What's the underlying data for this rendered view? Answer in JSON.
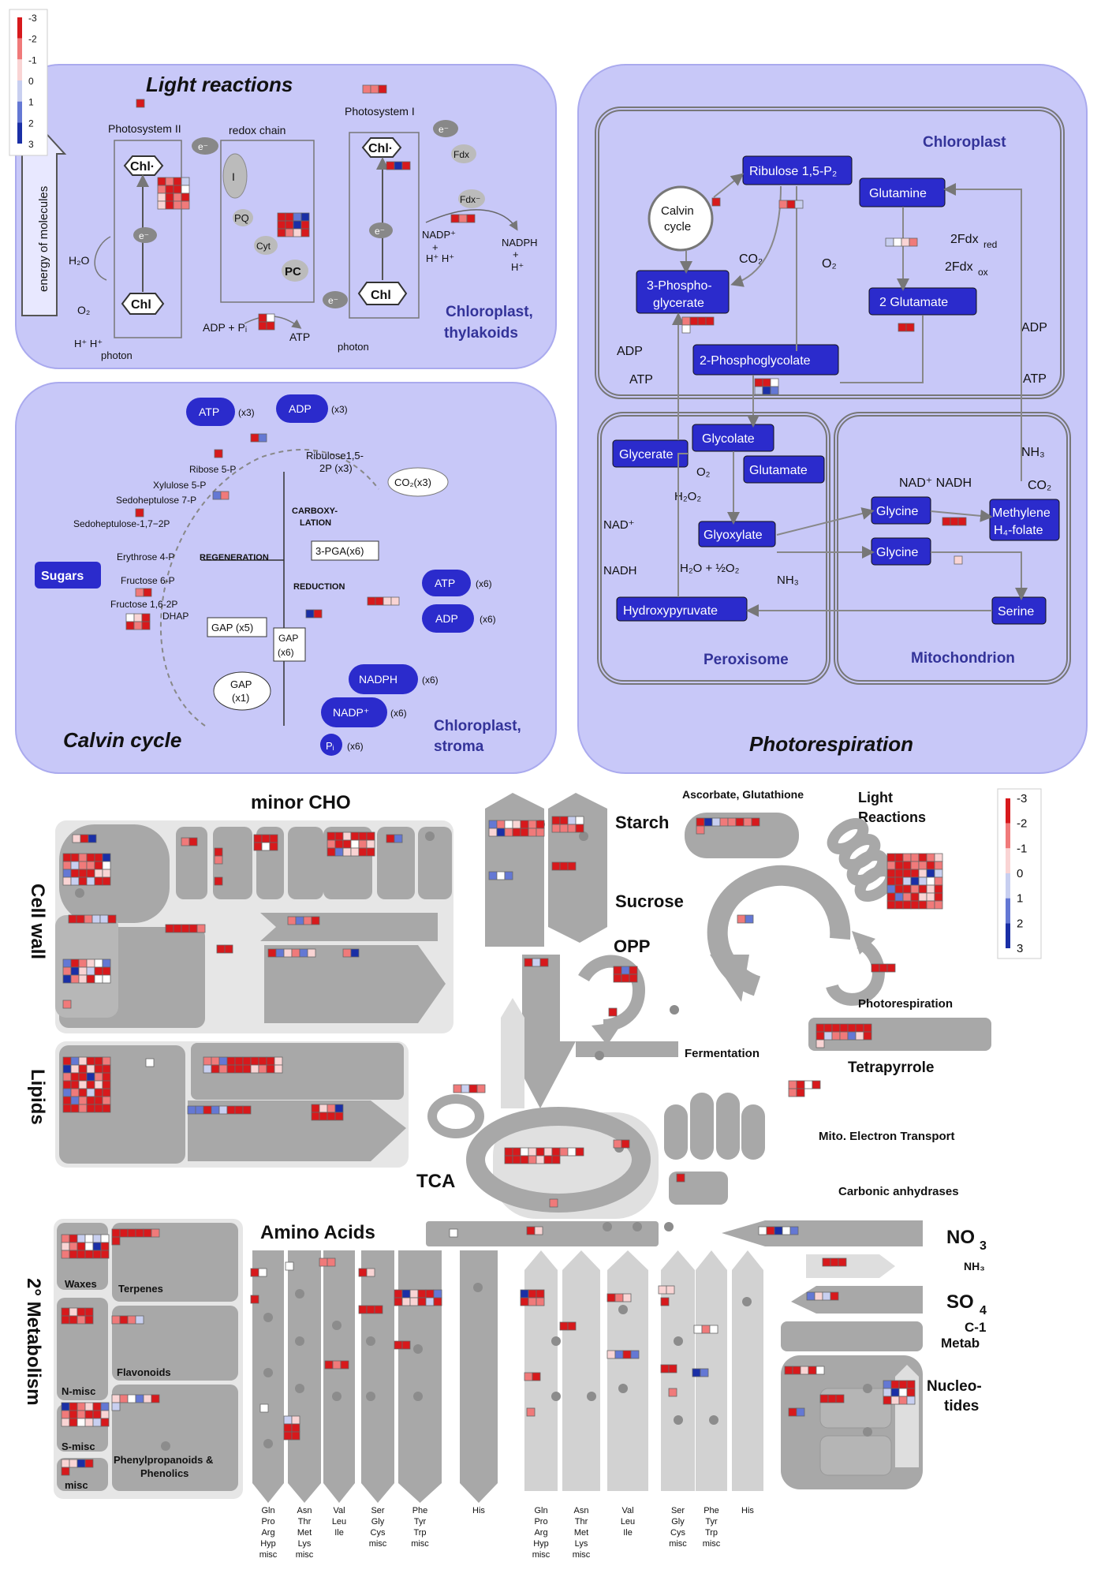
{
  "scale": {
    "ticks": [
      "-3",
      "-2",
      "-1",
      "0",
      "1",
      "2",
      "3"
    ],
    "colors": [
      "#d7191c",
      "#f07a7a",
      "#f9d4d4",
      "#ffffff",
      "#c8cff0",
      "#6478d4",
      "#1a2fa6"
    ]
  },
  "energy_label": "energy of molecules",
  "light": {
    "title": "Light reactions",
    "ps2": "Photosystem II",
    "redox": "redox chain",
    "ps1": "Photosystem I",
    "chl_star": "Chl·",
    "chl": "Chl",
    "e": "e⁻",
    "i": "I",
    "pq": "PQ",
    "cyt": "Cyt",
    "pc": "PC",
    "fdx": "Fdx",
    "fdx2": "Fdx⁻",
    "nadp": "NADP⁺",
    "nadph": "NADPH",
    "plus": "+",
    "hh": "H⁺ H⁺",
    "h": "H⁺",
    "h2o": "H₂O",
    "o2": "O₂",
    "hplus": "H⁺ H⁺",
    "photon": "photon",
    "adp_pi": "ADP + Pᵢ",
    "atp": "ATP",
    "region": "Chloroplast,",
    "region2": "thylakoids"
  },
  "calvin": {
    "title": "Calvin cycle",
    "atp": "ATP",
    "adp": "ADP",
    "x3": "(x3)",
    "ribulose": "Ribulose1,5-",
    "ribulose2": "2P (x3)",
    "co2": "CO₂(x3)",
    "ribose": "Ribose 5-P",
    "xylulose": "Xylulose 5-P",
    "sedo7": "Sedoheptulose 7-P",
    "sedo17": "Sedoheptulose-1,7−2P",
    "erythrose": "Erythrose 4-P",
    "sugars": "Sugars",
    "fructose6": "Fructose 6-P",
    "fructose16": "Fructose 1,6-2P",
    "dhap": "DHAP",
    "regen": "REGENERATION",
    "carboxy": "CARBOXY-",
    "lation": "LATION",
    "pga": "3-PGA(x6)",
    "reduction": "REDUCTION",
    "gap5": "GAP (x5)",
    "gap6a": "GAP",
    "gap6b": "(x6)",
    "gap1a": "GAP",
    "gap1b": "(x1)",
    "atp6": "ATP",
    "adp6": "ADP",
    "x6": "(x6)",
    "nadph": "NADPH",
    "nadp": "NADP⁺",
    "pi": "Pᵢ",
    "region": "Chloroplast,",
    "region2": "stroma"
  },
  "photo": {
    "title": "Photorespiration",
    "chloroplast": "Chloroplast",
    "peroxisome": "Peroxisome",
    "mitochondrion": "Mitochondrion",
    "rubp": "Ribulose 1,5-P₂",
    "calvin1": "Calvin",
    "calvin2": "cycle",
    "co2": "CO₂",
    "o2": "O₂",
    "pga1": "3-Phospho-",
    "pga2": "glycerate",
    "pgly": "2-Phosphoglycolate",
    "glutamine": "Glutamine",
    "fdx_red": "2Fdx",
    "red": "red",
    "fdx_ox": "2Fdx",
    "ox": "ox",
    "glut2": "2 Glutamate",
    "adp": "ADP",
    "atp": "ATP",
    "glycerate": "Glycerate",
    "glycolate": "Glycolate",
    "glutamate": "Glutamate",
    "h2o2": "H₂O₂",
    "nad": "NAD⁺",
    "nadh": "NADH",
    "glyoxylate": "Glyoxylate",
    "h2o_o2": "H₂O + ½O₂",
    "nh3": "NH₃",
    "hydroxypyruvate": "Hydroxypyruvate",
    "glycine": "Glycine",
    "methylene1": "Methylene",
    "methylene2": "H₄-folate",
    "serine": "Serine",
    "nad_nadh": "NAD⁺ NADH",
    "nh3b": "NH₃",
    "co2b": "CO₂"
  },
  "map": {
    "minor_cho": "minor CHO",
    "cell_wall": "Cell wall",
    "lipids": "Lipids",
    "starch": "Starch",
    "sucrose": "Sucrose",
    "opp": "OPP",
    "asc": "Ascorbate, Glutathione",
    "light1": "Light",
    "light2": "Reactions",
    "photoresp": "Photorespiration",
    "tetrapyrrole": "Tetrapyrrole",
    "fermentation": "Fermentation",
    "mito": "Mito. Electron Transport",
    "tca": "TCA",
    "carbonic": "Carbonic anhydrases",
    "amino": "Amino Acids",
    "sec_met": "2° Metabolism",
    "waxes": "Waxes",
    "terpenes": "Terpenes",
    "flavonoids": "Flavonoids",
    "nmisc": "N-misc",
    "smisc": "S-misc",
    "misc": "misc",
    "phenyl1": "Phenylpropanoids &",
    "phenyl2": "Phenolics",
    "no3": "NO",
    "no3sub": "3",
    "nh3": "NH₃",
    "so4": "SO",
    "so4sub": "4",
    "c1a": "C-1",
    "c1b": "Metab",
    "nuc1": "Nucleo-",
    "nuc2": "tides",
    "aa_labels": [
      [
        "Gln",
        "Pro",
        "Arg",
        "Hyp",
        "misc"
      ],
      [
        "Asn",
        "Thr",
        "Met",
        "Lys",
        "misc"
      ],
      [
        "Val",
        "Leu",
        "Ile"
      ],
      [
        "Ser",
        "Gly",
        "Cys",
        "misc"
      ],
      [
        "Phe",
        "Tyr",
        "Trp",
        "misc"
      ],
      [
        "His"
      ],
      [
        "Gln",
        "Pro",
        "Arg",
        "Hyp",
        "misc"
      ],
      [
        "Asn",
        "Thr",
        "Met",
        "Lys",
        "misc"
      ],
      [
        "Val",
        "Leu",
        "Ile"
      ],
      [
        "Ser",
        "Gly",
        "Cys",
        "misc"
      ],
      [
        "Phe",
        "Tyr",
        "Trp",
        "misc"
      ],
      [
        "His"
      ]
    ]
  }
}
